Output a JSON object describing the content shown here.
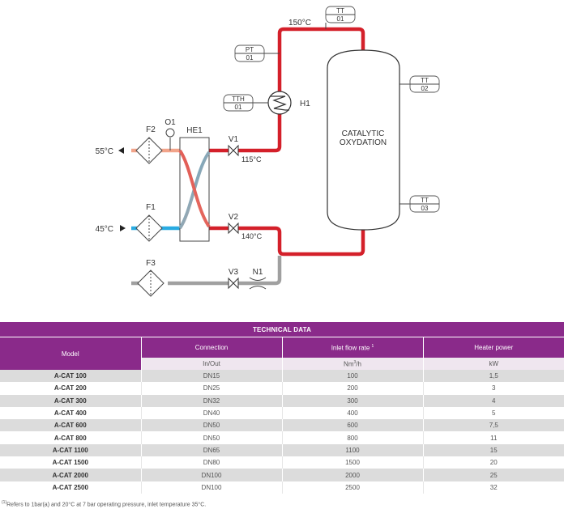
{
  "diagram": {
    "vessel_label_line1": "CATALYTIC",
    "vessel_label_line2": "OXYDATION",
    "temp_top": "150°C",
    "temp_v1": "115°C",
    "temp_v2": "140°C",
    "temp_in_top": "55°C",
    "temp_in_bottom": "45°C",
    "label_f1": "F1",
    "label_f2": "F2",
    "label_f3": "F3",
    "label_he1": "HE1",
    "label_o1": "O1",
    "label_v1": "V1",
    "label_v2": "V2",
    "label_v3": "V3",
    "label_n1": "N1",
    "label_h1": "H1",
    "tags": {
      "tt_top": [
        "TT",
        "01"
      ],
      "pt": [
        "PT",
        "01"
      ],
      "tth": [
        "TTH",
        "01"
      ],
      "tt_right_top": [
        "TT",
        "02"
      ],
      "tt_right_bottom": [
        "TT",
        "03"
      ]
    },
    "colors": {
      "hot": "#d4202a",
      "warm": "#f2a48a",
      "cold": "#29abe2",
      "inert": "#a0a0a0"
    }
  },
  "table": {
    "title": "TECHNICAL DATA",
    "col_model": "Model",
    "col_connection": "Connection",
    "col_flow": "Inlet flow rate",
    "col_flow_sup": "1",
    "col_heater": "Heater power",
    "unit_connection": "In/Out",
    "unit_flow": "Nm",
    "unit_flow_sup": "3",
    "unit_flow_suffix": "/h",
    "unit_heater": "kW",
    "rows": [
      [
        "A-CAT 100",
        "DN15",
        "100",
        "1,5"
      ],
      [
        "A-CAT 200",
        "DN25",
        "200",
        "3"
      ],
      [
        "A-CAT 300",
        "DN32",
        "300",
        "4"
      ],
      [
        "A-CAT 400",
        "DN40",
        "400",
        "5"
      ],
      [
        "A-CAT 600",
        "DN50",
        "600",
        "7,5"
      ],
      [
        "A-CAT 800",
        "DN50",
        "800",
        "11"
      ],
      [
        "A-CAT 1100",
        "DN65",
        "1100",
        "15"
      ],
      [
        "A-CAT 1500",
        "DN80",
        "1500",
        "20"
      ],
      [
        "A-CAT 2000",
        "DN100",
        "2000",
        "25"
      ],
      [
        "A-CAT 2500",
        "DN100",
        "2500",
        "32"
      ]
    ]
  },
  "footnote_sup": "(1)",
  "footnote": "Refers to 1bar(a) and 20°C at 7 bar operating pressure, inlet temperature 35°C."
}
